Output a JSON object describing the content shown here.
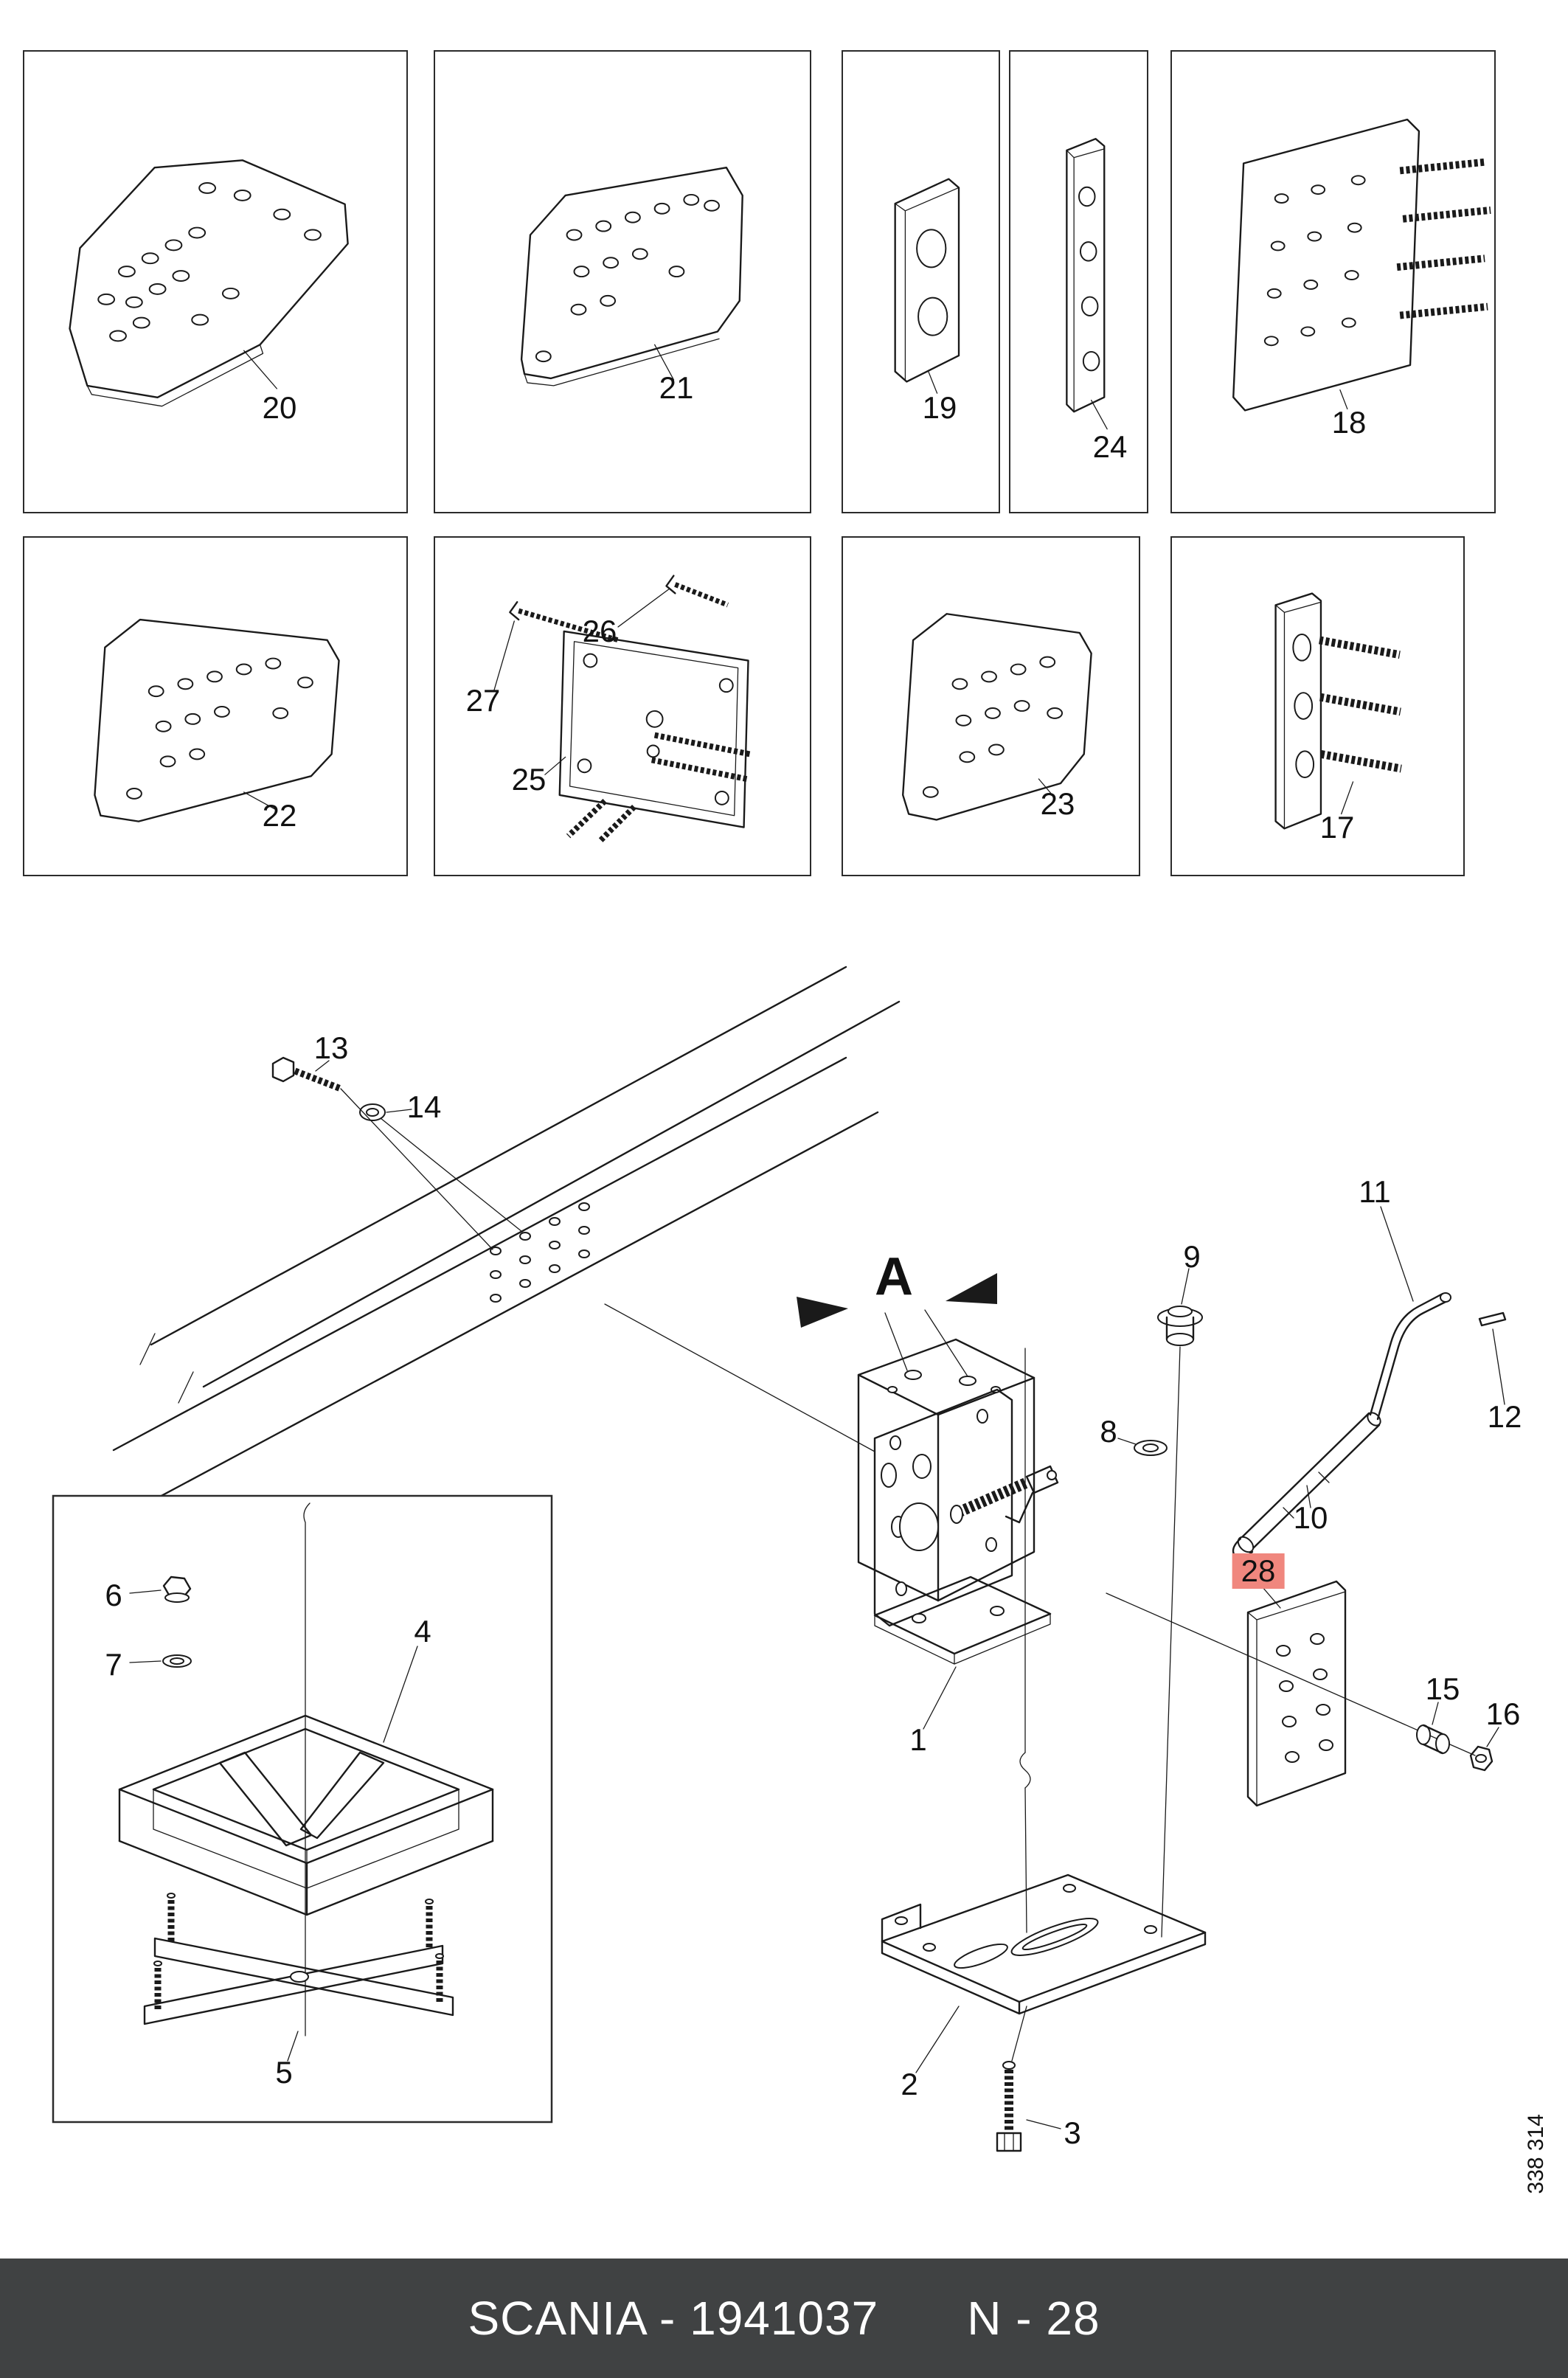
{
  "colors": {
    "highlight": "#f0877e",
    "footer_bg": "#404243",
    "line": "#1a1a1a"
  },
  "footer": {
    "brand_part": "SCANIA - 1941037",
    "page_ref": "N - 28"
  },
  "side_code": "338 314",
  "section_marker": "A",
  "callouts": {
    "c1": "1",
    "c2": "2",
    "c3": "3",
    "c4": "4",
    "c5": "5",
    "c6": "6",
    "c7": "7",
    "c8": "8",
    "c9": "9",
    "c10": "10",
    "c11": "11",
    "c12": "12",
    "c13": "13",
    "c14": "14",
    "c15": "15",
    "c16": "16",
    "c17": "17",
    "c18": "18",
    "c19": "19",
    "c20": "20",
    "c21": "21",
    "c22": "22",
    "c23": "23",
    "c24": "24",
    "c25": "25",
    "c26": "26",
    "c27": "27",
    "c28": "28"
  }
}
